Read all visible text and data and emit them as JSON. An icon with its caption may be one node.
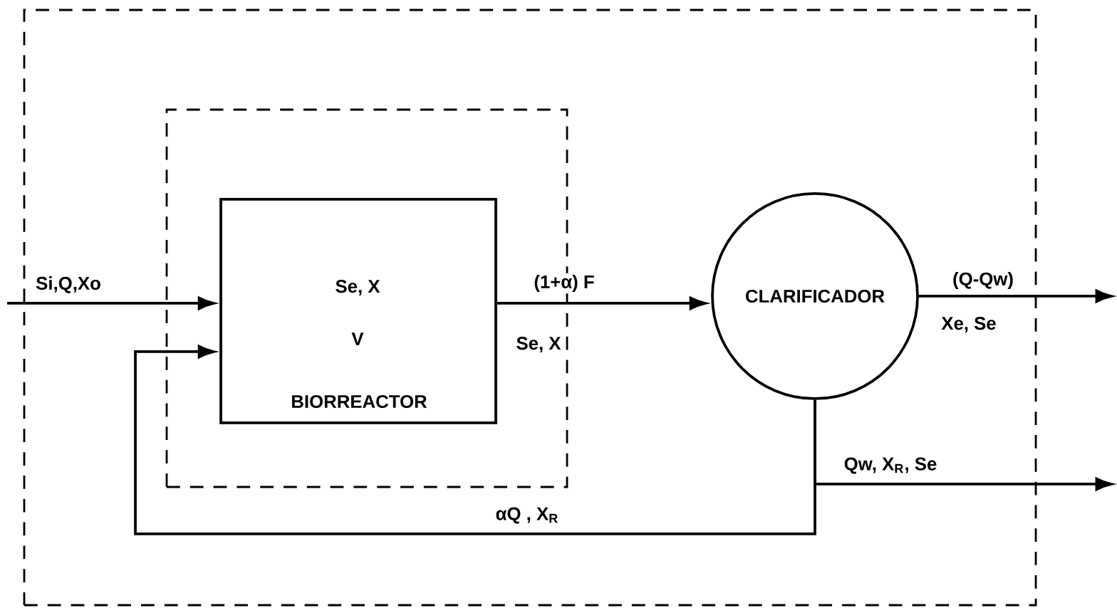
{
  "diagram": {
    "nodes": [
      {
        "text": [],
        "shape": "box"
      },
      {
        "text": [],
        "shape": "box",
        "in": 0
      },
      {
        "text": [
          "Se, X",
          "V",
          "BIORREACTOR"
        ],
        "in": 1
      },
      {
        "text": [
          "CLARIFICADOR"
        ],
        "in": 0
      }
    ],
    "edges": [
      {
        "from": null,
        "to": 2,
        "arrow": "to",
        "label": "Si,Q,Xo"
      },
      {
        "from": 2,
        "to": 3,
        "arrow": "to",
        "label": "(1+α) F"
      },
      {
        "from": 3,
        "to": null,
        "arrow": "to",
        "label": "(Q-Qw)"
      },
      {
        "from": 3,
        "to": null,
        "arrow": "to",
        "label": "Qw, X$_{R}$, Se"
      },
      {
        "from": 3,
        "to": 2,
        "arrow": "to",
        "label": "αQ , X$_{R}$"
      }
    ],
    "labels": [
      "Se, X",
      "Xe, Se"
    ]
  }
}
